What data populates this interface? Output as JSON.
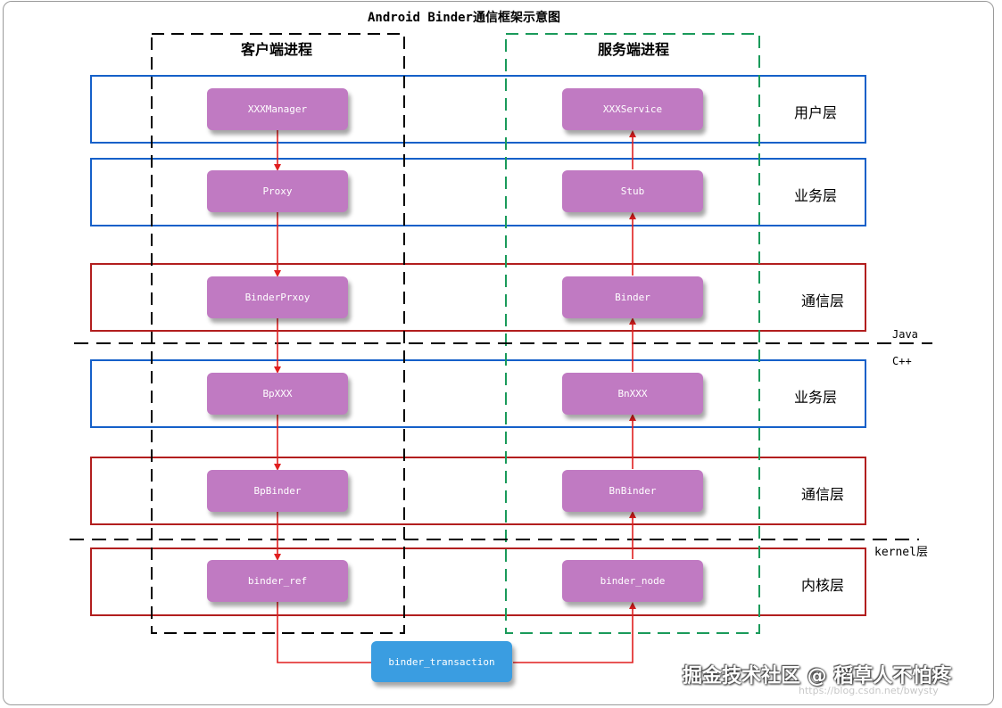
{
  "title": "Android Binder通信框架示意图",
  "processes": {
    "client": "客户端进程",
    "server": "服务端进程"
  },
  "layers": [
    {
      "label": "用户层"
    },
    {
      "label": "业务层"
    },
    {
      "label": "通信层"
    },
    {
      "label": "业务层"
    },
    {
      "label": "通信层"
    },
    {
      "label": "内核层"
    }
  ],
  "client_nodes": [
    "XXXManager",
    "Proxy",
    "BinderPrxoy",
    "BpXXX",
    "BpBinder",
    "binder_ref"
  ],
  "server_nodes": [
    "XXXService",
    "Stub",
    "Binder",
    "BnXXX",
    "BnBinder",
    "binder_node"
  ],
  "transaction": "binder_transaction",
  "divider_labels": {
    "java": "Java",
    "cpp": "C++",
    "kernel": "kernel层"
  },
  "watermark": {
    "text": "掘金技术社区 @ 稻草人不怕疼",
    "url": "https://blog.csdn.net/bwysty"
  },
  "colors": {
    "node": "#c07ac2",
    "transaction": "#3a9de1",
    "arrow": "#e01f1f",
    "layer_blue": "#1560c9",
    "layer_red": "#b21e1e",
    "client_box": "#000000",
    "server_box": "#1a9a5a"
  }
}
